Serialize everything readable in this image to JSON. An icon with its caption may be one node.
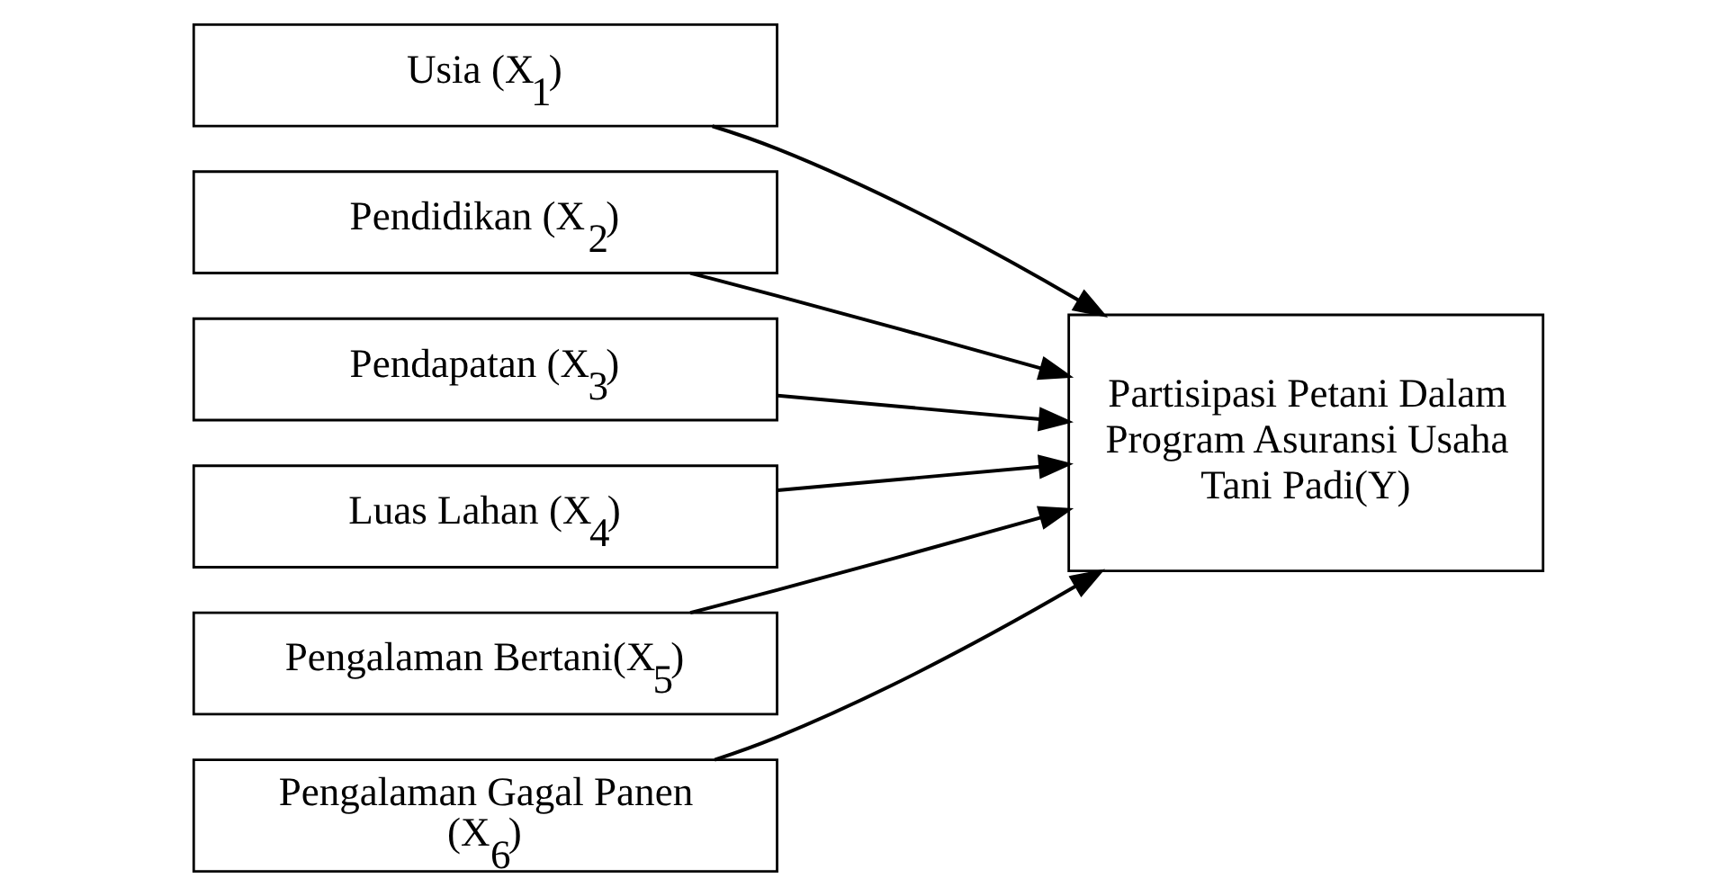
{
  "diagram": {
    "nodes": [
      {
        "text": [
          "Usia (X$_{1}$)"
        ]
      },
      {
        "text": [
          "Pendidikan (X$_{2}$)"
        ]
      },
      {
        "text": [
          "Pendapatan (X$_{3}$)"
        ]
      },
      {
        "text": [
          "Luas Lahan (X$_{4}$)"
        ]
      },
      {
        "text": [
          "Pengalaman Bertani(X$_{5}$)"
        ]
      },
      {
        "text": [
          "Pengalaman Gagal Panen (X$_{6}$)"
        ]
      },
      {
        "text": [
          "Partisipasi Petani Dalam Program Asuransi Usaha Tani Padi(Y)"
        ]
      }
    ],
    "edges": [
      {
        "from": 0,
        "to": 6,
        "arrow": "to"
      },
      {
        "from": 1,
        "to": 6,
        "arrow": "to"
      },
      {
        "from": 2,
        "to": 6,
        "arrow": "to"
      },
      {
        "from": 3,
        "to": 6,
        "arrow": "to"
      },
      {
        "from": 4,
        "to": 6,
        "arrow": "to"
      },
      {
        "from": 5,
        "to": 6,
        "arrow": "to"
      }
    ]
  }
}
